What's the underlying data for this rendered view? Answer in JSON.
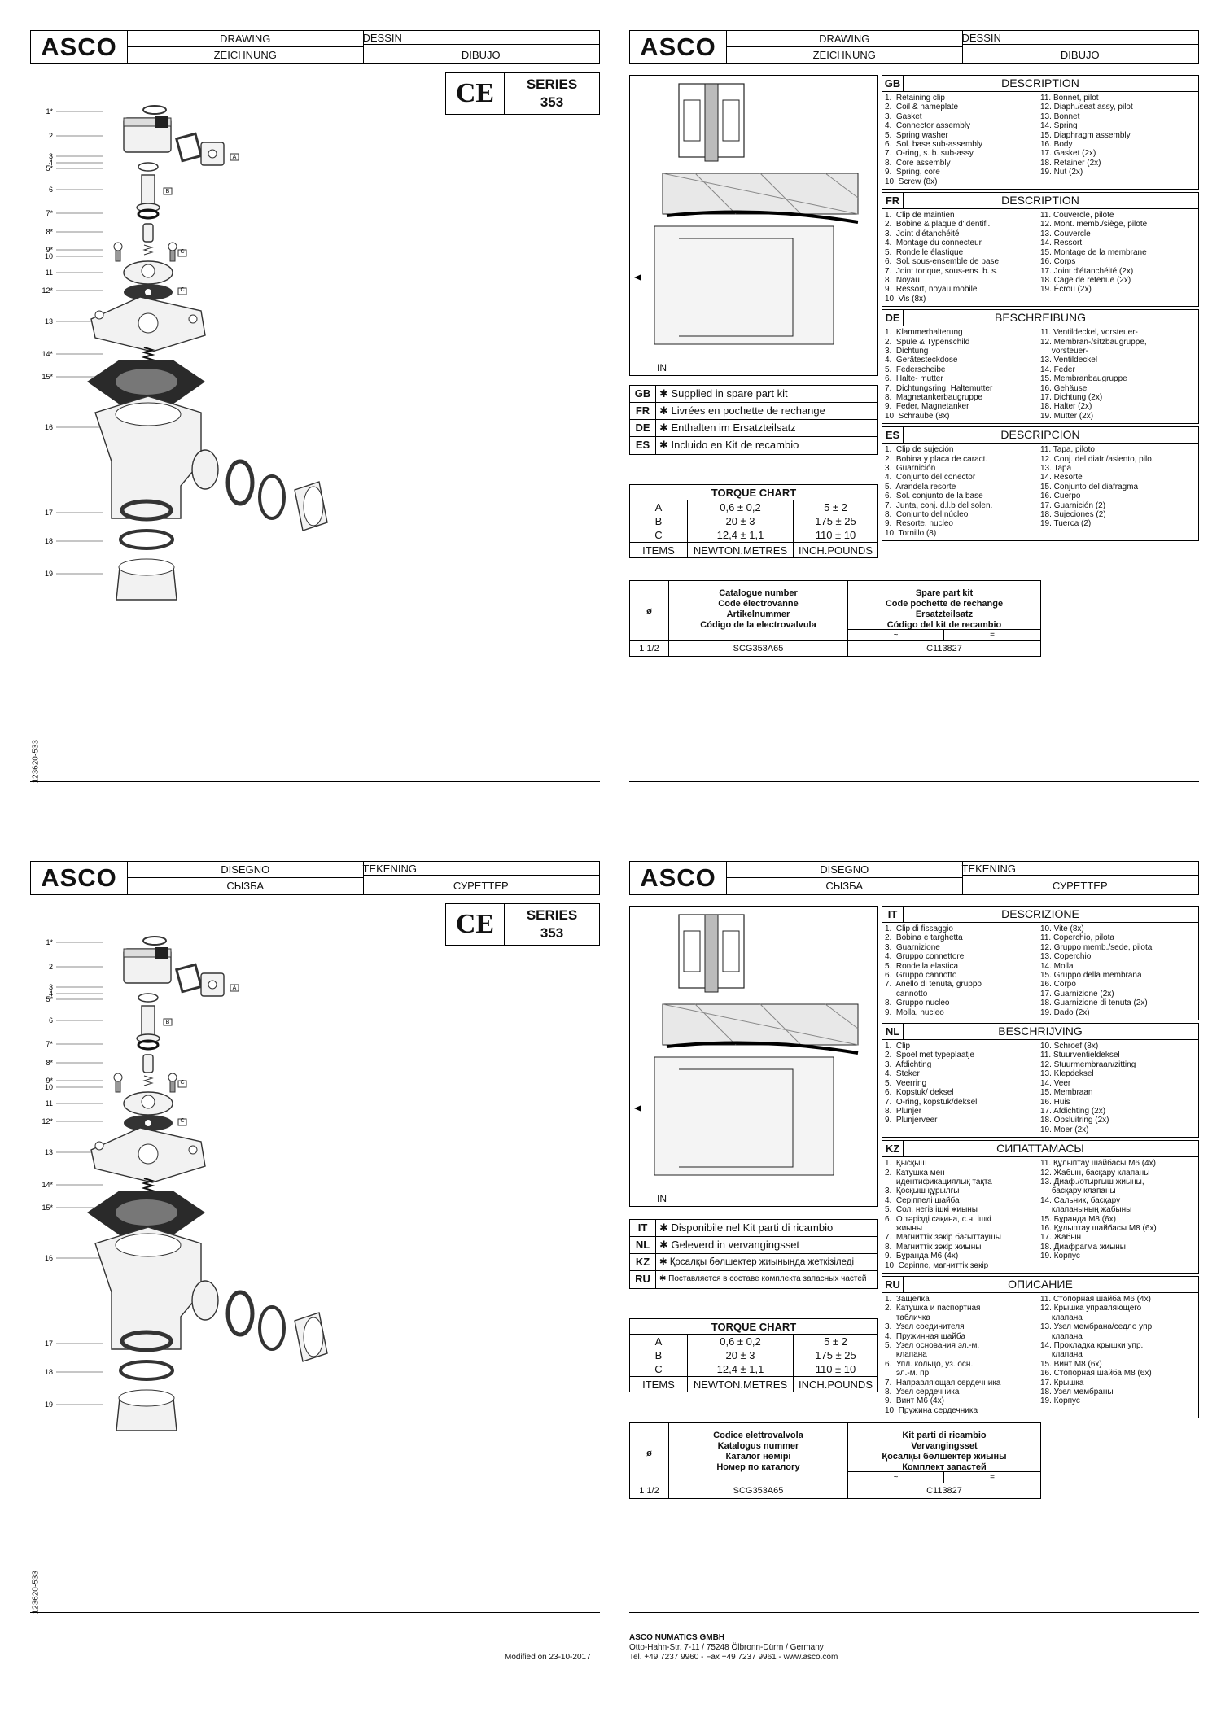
{
  "logo": "ASCO",
  "series": {
    "line1": "SERIES",
    "line2": "353"
  },
  "ce_mark": "CE",
  "doc_number": "123620-533",
  "header_top": {
    "tl": "DRAWING",
    "tr": "DESSIN",
    "bl": "ZEICHNUNG",
    "br": "DIBUJO"
  },
  "header_bottom": {
    "tl": "DISEGNO",
    "tr": "TEKENING",
    "bl": "СЫЗБА",
    "br": "СУРЕТТЕР"
  },
  "callouts": [
    "1*",
    "2",
    "3",
    "4",
    "5*",
    "6",
    "7*",
    "8*",
    "9*",
    "10",
    "11",
    "12*",
    "13",
    "14*",
    "15*",
    "16",
    "17",
    "18",
    "19"
  ],
  "drawing_letters": [
    "A",
    "B",
    "C",
    "C"
  ],
  "photo_label": "IN",
  "gb": {
    "tag": "GB",
    "title": "DESCRIPTION",
    "left": [
      "1.  Retaining clip",
      "2.  Coil & nameplate",
      "3.  Gasket",
      "4.  Connector assembly",
      "5.  Spring washer",
      "6.  Sol. base sub-assembly",
      "7.  O-ring, s. b. sub-assy",
      "8.  Core assembly",
      "9.  Spring, core",
      "10. Screw (8x)"
    ],
    "right": [
      "11. Bonnet, pilot",
      "12. Diaph./seat assy, pilot",
      "13. Bonnet",
      "14. Spring",
      "15. Diaphragm assembly",
      "16. Body",
      "17. Gasket (2x)",
      "18. Retainer (2x)",
      "19. Nut (2x)"
    ]
  },
  "fr": {
    "tag": "FR",
    "title": "DESCRIPTION",
    "left": [
      "1.  Clip de maintien",
      "2.  Bobine & plaque d'identifi.",
      "3.  Joint d'étanchéité",
      "4.  Montage du connecteur",
      "5.  Rondelle élastique",
      "6.  Sol. sous-ensemble de base",
      "7.  Joint torique, sous-ens. b. s.",
      "8.  Noyau",
      "9.  Ressort, noyau mobile",
      "10. Vis (8x)"
    ],
    "right": [
      "11. Couvercle, pilote",
      "12. Mont. memb./siège, pilote",
      "13. Couvercle",
      "14. Ressort",
      "15. Montage de la membrane",
      "16. Corps",
      "17. Joint d'étanchéité (2x)",
      "18. Cage de retenue (2x)",
      "19. Écrou (2x)"
    ]
  },
  "de": {
    "tag": "DE",
    "title": "BESCHREIBUNG",
    "left": [
      "1.  Klammerhalterung",
      "2.  Spule & Typenschild",
      "3.  Dichtung",
      "4.  Gerätesteckdose",
      "5.  Federscheibe",
      "6.  Halte- mutter",
      "7.  Dichtungsring, Haltemutter",
      "8.  Magnetankerbaugruppe",
      "9.  Feder, Magnetanker",
      "10. Schraube (8x)"
    ],
    "right": [
      "11. Ventildeckel, vorsteuer-",
      "12. Membran-/sitzbaugruppe,",
      "     vorsteuer-",
      "13. Ventildeckel",
      "14. Feder",
      "15. Membranbaugruppe",
      "16. Gehäuse",
      "17. Dichtung (2x)",
      "18. Halter (2x)",
      "19. Mutter (2x)"
    ]
  },
  "es": {
    "tag": "ES",
    "title": "DESCRIPCION",
    "left": [
      "1.  Clip de sujeción",
      "2.  Bobina y placa de caract.",
      "3.  Guarnición",
      "4.  Conjunto del conector",
      "5.  Arandela resorte",
      "6.  Sol. conjunto de la base",
      "7.  Junta, conj. d.l.b del solen.",
      "8.  Conjunto del núcleo",
      "9.  Resorte, nucleo",
      "10. Tornillo (8)"
    ],
    "right": [
      "11. Tapa, piloto",
      "12. Conj. del diafr./asiento, pilo.",
      "13. Tapa",
      "14. Resorte",
      "15. Conjunto del diafragma",
      "16. Cuerpo",
      "17. Guarnición (2)",
      "18. Sujeciones (2)",
      "19. Tuerca (2)"
    ]
  },
  "it": {
    "tag": "IT",
    "title": "DESCRIZIONE",
    "left": [
      "1.  Clip di fissaggio",
      "2.  Bobina e targhetta",
      "3.  Guarnizione",
      "4.  Gruppo connettore",
      "5.  Rondella elastica",
      "6.  Gruppo cannotto",
      "7.  Anello di tenuta, gruppo",
      "     cannotto",
      "8.  Gruppo nucleo",
      "9.  Molla, nucleo"
    ],
    "right": [
      "10. Vite (8x)",
      "11. Coperchio, pilota",
      "12. Gruppo memb./sede, pilota",
      "13. Coperchio",
      "14. Molla",
      "15. Gruppo della membrana",
      "16. Corpo",
      "17. Guarnizione (2x)",
      "18. Guarnizione di tenuta (2x)",
      "19. Dado (2x)"
    ]
  },
  "nl": {
    "tag": "NL",
    "title": "BESCHRIJVING",
    "left": [
      "1.  Clip",
      "2.  Spoel met typeplaatje",
      "3.  Afdichting",
      "4.  Steker",
      "5.  Veerring",
      "6.  Kopstuk/ deksel",
      "7.  O-ring, kopstuk/deksel",
      "8.  Plunjer",
      "9.  Plunjerveer"
    ],
    "right": [
      "10. Schroef (8x)",
      "11. Stuurventieldeksel",
      "12. Stuurmembraan/zitting",
      "13. Klepdeksel",
      "14. Veer",
      "15. Membraan",
      "16. Huis",
      "17. Afdichting (2x)",
      "18. Opsluitring (2x)",
      "19. Moer (2x)"
    ]
  },
  "kz": {
    "tag": "KZ",
    "title": "СИПАТТАМАСЫ",
    "left": [
      "1.  Қысқыш",
      "2.  Катушка мен",
      "     идентификациялық тақта",
      "3.  Қосқыш құрылғы",
      "4.  Серіппелі шайба",
      "5.  Сол. негіз ішкі жиыны",
      "6.  О тәрізді сақина, с.н. ішкі",
      "     жиыны",
      "7.  Магниттік зәкір бағыттаушы",
      "8.  Магниттік зәкір жиыны",
      "9.  Бұранда М6 (4x)",
      "10. Серіппе, магниттік зәкір"
    ],
    "right": [
      "11. Құлыптау шайбасы М6 (4x)",
      "12. Жабын, басқару клапаны",
      "13. Диаф./отырғыш жиыны,",
      "     басқару клапаны",
      "14. Сальник, басқару",
      "     клапанының жабыны",
      "15. Бұранда М8 (6x)",
      "16. Құлыптау шайбасы М8 (6x)",
      "17. Жабын",
      "18. Диафрагма жиыны",
      "19. Корпус"
    ]
  },
  "ru": {
    "tag": "RU",
    "title": "ОПИСАНИЕ",
    "left": [
      "1.  Защелка",
      "2.  Катушка и паспортная",
      "     табличка",
      "3.  Узел соединителя",
      "4.  Пружинная шайба",
      "5.  Узел основания эл.-м.",
      "     клапана",
      "6.  Упл. кольцо, уз. осн.",
      "     эл.-м. пр.",
      "7.  Направляющая сердечника",
      "8.  Узел сердечника",
      "9.  Винт М6 (4x)",
      "10. Пружина сердечника"
    ],
    "right": [
      "11. Стопорная шайба М6 (4x)",
      "12. Крышка управляющего",
      "     клапана",
      "13. Узел мембрана/седло упр.",
      "     клапана",
      "14. Прокладка крышки упр.",
      "     клапана",
      "15. Винт М8 (6x)",
      "16. Стопорная шайба М8 (6x)",
      "17. Крышка",
      "18. Узел мембраны",
      "19. Корпус"
    ]
  },
  "spare_top": [
    {
      "k": "GB",
      "v": "✱ Supplied in spare part kit"
    },
    {
      "k": "FR",
      "v": "✱ Livrées en pochette de rechange"
    },
    {
      "k": "DE",
      "v": "✱ Enthalten im Ersatzteilsatz"
    },
    {
      "k": "ES",
      "v": "✱ Incluido en Kit de recambio"
    }
  ],
  "spare_bottom": [
    {
      "k": "IT",
      "v": "✱ Disponibile nel Kit parti di ricambio"
    },
    {
      "k": "NL",
      "v": "✱ Geleverd in vervangingsset"
    },
    {
      "k": "KZ",
      "v": "✱ Қосалқы бөлшектер жиынында жеткізіледі"
    },
    {
      "k": "RU",
      "v": "✱ Поставляется в составе комплекта запасных частей"
    }
  ],
  "torque": {
    "title": "TORQUE CHART",
    "rows": [
      [
        "A",
        "0,6 ± 0,2",
        "5 ± 2"
      ],
      [
        "B",
        "20 ± 3",
        "175 ± 25"
      ],
      [
        "C",
        "12,4 ± 1,1",
        "110 ± 10"
      ]
    ],
    "footer": [
      "ITEMS",
      "NEWTON.METRES",
      "INCH.POUNDS"
    ]
  },
  "catalog_top": {
    "phi": "ø",
    "num": [
      "Catalogue number",
      "Code électrovanne",
      "Artikelnummer",
      "Código de la electrovalvula"
    ],
    "kit": [
      "Spare part kit",
      "Code pochette de rechange",
      "Ersatzteilsatz",
      "Código del kit de recambio"
    ],
    "tilde": "~",
    "eq": "=",
    "row": [
      "1 1/2",
      "SCG353A65",
      "C113827"
    ]
  },
  "catalog_bottom": {
    "phi": "ø",
    "num": [
      "Codice elettrovalvola",
      "Katalogus nummer",
      "Каталог нөмірі",
      "Номер по каталогу"
    ],
    "kit": [
      "Kit parti di ricambio",
      "Vervangingsset",
      "Қосалқы бөлшектер жиыны",
      "Комплект запастей"
    ],
    "tilde": "~",
    "eq": "=",
    "row": [
      "1 1/2",
      "SCG353A65",
      "C113827"
    ]
  },
  "address": {
    "company": "ASCO NUMATICS GMBH",
    "street": "Otto-Hahn-Str. 7-11 / 75248 Ölbronn-Dürrn / Germany",
    "contact": "Tel. +49 7237 9960 - Fax +49 7237 9961 - www.asco.com"
  },
  "modified": "Modified on 23-10-2017"
}
